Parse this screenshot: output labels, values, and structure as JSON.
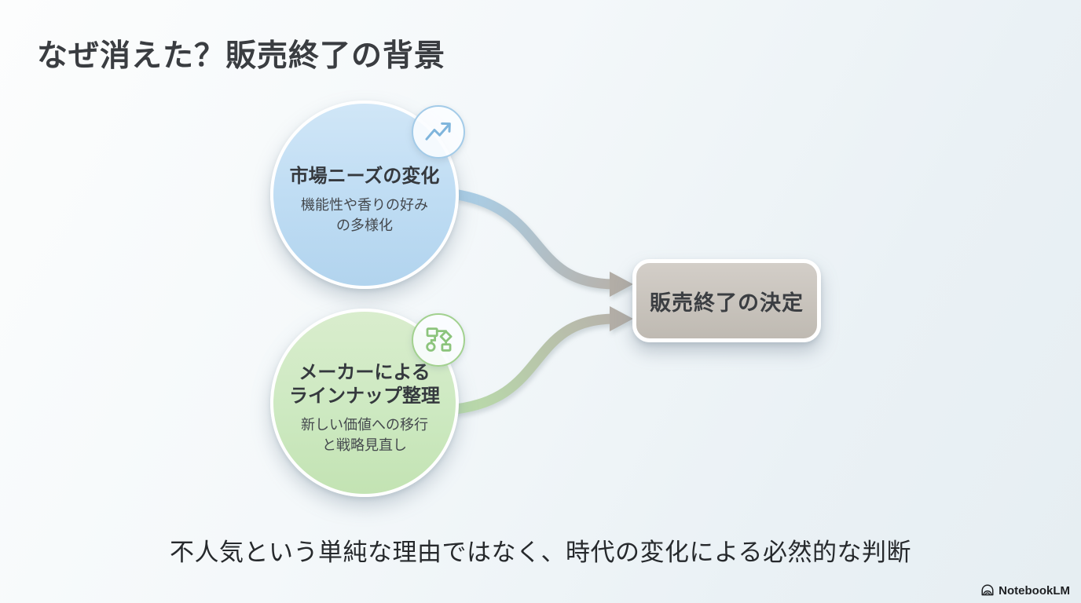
{
  "slide": {
    "title": "なぜ消えた？販売終了の背景",
    "caption": "不人気という単純な理由ではなく、時代の変化による必然的な判断"
  },
  "diagram": {
    "causes": [
      {
        "title": "市場ニーズの変化",
        "subtitle": "機能性や香りの好み\nの多様化",
        "icon": "trending-up-icon",
        "fill": "#bedcf3",
        "accent": "#7fb5dc"
      },
      {
        "title": "メーカーによる\nラインナップ整理",
        "subtitle": "新しい価値への移行\nと戦略見直し",
        "icon": "flowchart-icon",
        "fill": "#cde9c1",
        "accent": "#8cc47c"
      }
    ],
    "result": {
      "label": "販売終了の決定",
      "fill": "#c8c3bc"
    },
    "arrowhead_color": "#b2ada6"
  },
  "footer": {
    "brand": "NotebookLM"
  }
}
